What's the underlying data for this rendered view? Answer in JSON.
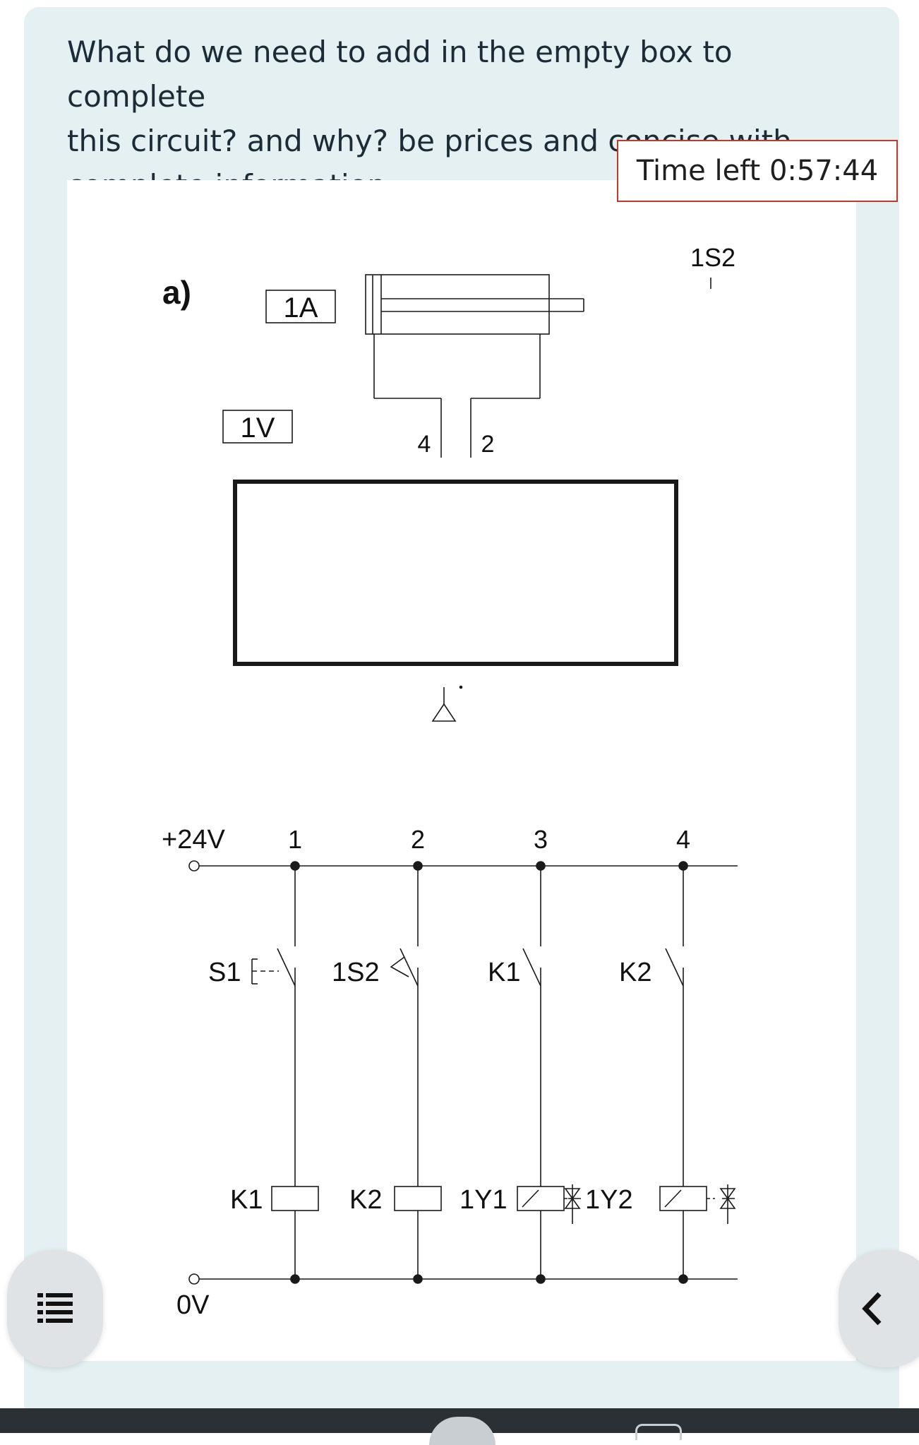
{
  "question": {
    "lines": [
      "What do we need to add in the empty box to complete",
      "this circuit? and why? be prices and concise with",
      "complete information"
    ]
  },
  "timer": {
    "text": "Time left 0:57:44"
  },
  "diagram": {
    "part_label": "a)",
    "actuator_label": "1A",
    "valve_label": "1V",
    "sensor_label": "1S2",
    "port_4": "4",
    "port_2": "2",
    "supply_label": "+24V",
    "ground_label": "0V",
    "rung_numbers": [
      "1",
      "2",
      "3",
      "4"
    ],
    "contacts": {
      "s1": "S1",
      "s2": "1S2",
      "k1": "K1",
      "k2": "K2"
    },
    "coils": {
      "k1": "K1",
      "k2": "K2",
      "y1": "1Y1",
      "y2": "1Y2"
    }
  },
  "icons": {
    "left_button": "list-icon",
    "right_button": "chevron-left-icon"
  }
}
